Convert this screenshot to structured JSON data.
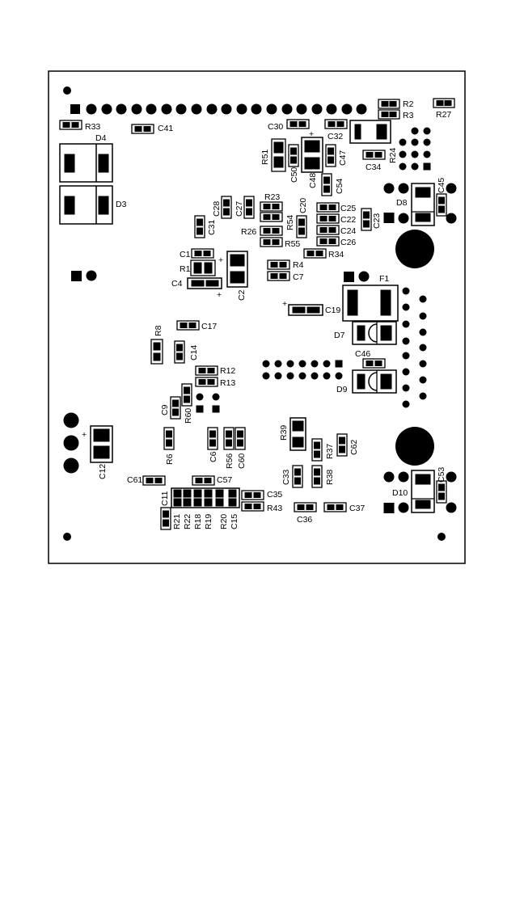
{
  "board": {
    "outline_color": "#000000",
    "copper_color": "#000000",
    "background": "#ffffff"
  },
  "labels": [
    {
      "id": "R33",
      "text": "R33"
    },
    {
      "id": "C41",
      "text": "C41"
    },
    {
      "id": "D4",
      "text": "D4"
    },
    {
      "id": "D3",
      "text": "D3"
    },
    {
      "id": "R2",
      "text": "R2"
    },
    {
      "id": "R3",
      "text": "R3"
    },
    {
      "id": "R27",
      "text": "R27"
    },
    {
      "id": "C30",
      "text": "C30"
    },
    {
      "id": "C32",
      "text": "C32"
    },
    {
      "id": "R51",
      "text": "R51"
    },
    {
      "id": "C50",
      "text": "C50"
    },
    {
      "id": "C48",
      "text": "C48"
    },
    {
      "id": "C47",
      "text": "C47"
    },
    {
      "id": "C54",
      "text": "C54"
    },
    {
      "id": "C34",
      "text": "C34"
    },
    {
      "id": "R24",
      "text": "R24"
    },
    {
      "id": "D8",
      "text": "D8"
    },
    {
      "id": "C45",
      "text": "C45"
    },
    {
      "id": "C28",
      "text": "C28"
    },
    {
      "id": "C27",
      "text": "C27"
    },
    {
      "id": "R23",
      "text": "R23"
    },
    {
      "id": "R54",
      "text": "R54"
    },
    {
      "id": "C20",
      "text": "C20"
    },
    {
      "id": "C25",
      "text": "C25"
    },
    {
      "id": "C22",
      "text": "C22"
    },
    {
      "id": "C24",
      "text": "C24"
    },
    {
      "id": "C26",
      "text": "C26"
    },
    {
      "id": "C23",
      "text": "C23"
    },
    {
      "id": "C31",
      "text": "C31"
    },
    {
      "id": "R26",
      "text": "R26"
    },
    {
      "id": "R55",
      "text": "R55"
    },
    {
      "id": "R34",
      "text": "R34"
    },
    {
      "id": "C1",
      "text": "C1"
    },
    {
      "id": "R1",
      "text": "R1"
    },
    {
      "id": "C4",
      "text": "C4"
    },
    {
      "id": "C2",
      "text": "C2"
    },
    {
      "id": "R4",
      "text": "R4"
    },
    {
      "id": "C7",
      "text": "C7"
    },
    {
      "id": "F1",
      "text": "F1"
    },
    {
      "id": "C19",
      "text": "C19"
    },
    {
      "id": "C17",
      "text": "C17"
    },
    {
      "id": "R8",
      "text": "R8"
    },
    {
      "id": "C14",
      "text": "C14"
    },
    {
      "id": "D7",
      "text": "D7"
    },
    {
      "id": "C46",
      "text": "C46"
    },
    {
      "id": "R12",
      "text": "R12"
    },
    {
      "id": "R13",
      "text": "R13"
    },
    {
      "id": "D9",
      "text": "D9"
    },
    {
      "id": "C9",
      "text": "C9"
    },
    {
      "id": "R60",
      "text": "R60"
    },
    {
      "id": "R39",
      "text": "R39"
    },
    {
      "id": "C12",
      "text": "C12"
    },
    {
      "id": "R6",
      "text": "R6"
    },
    {
      "id": "C6",
      "text": "C6"
    },
    {
      "id": "R56",
      "text": "R56"
    },
    {
      "id": "C60",
      "text": "C60"
    },
    {
      "id": "R37",
      "text": "R37"
    },
    {
      "id": "C62",
      "text": "C62"
    },
    {
      "id": "C61",
      "text": "C61"
    },
    {
      "id": "C57",
      "text": "C57"
    },
    {
      "id": "C35",
      "text": "C35"
    },
    {
      "id": "C33",
      "text": "C33"
    },
    {
      "id": "R38",
      "text": "R38"
    },
    {
      "id": "C53",
      "text": "C53"
    },
    {
      "id": "D10",
      "text": "D10"
    },
    {
      "id": "C11",
      "text": "C11"
    },
    {
      "id": "R43",
      "text": "R43"
    },
    {
      "id": "C36",
      "text": "C36"
    },
    {
      "id": "C37",
      "text": "C37"
    },
    {
      "id": "R21",
      "text": "R21"
    },
    {
      "id": "R22",
      "text": "R22"
    },
    {
      "id": "R18",
      "text": "R18"
    },
    {
      "id": "R19",
      "text": "R19"
    },
    {
      "id": "R20",
      "text": "R20"
    },
    {
      "id": "C15",
      "text": "C15"
    }
  ],
  "polarity_marks": [
    {
      "id": "plus_c48",
      "text": "+"
    },
    {
      "id": "plus_c2",
      "text": "+"
    },
    {
      "id": "plus_c4",
      "text": "+"
    },
    {
      "id": "plus_c19",
      "text": "+"
    },
    {
      "id": "plus_c12",
      "text": "+"
    }
  ]
}
